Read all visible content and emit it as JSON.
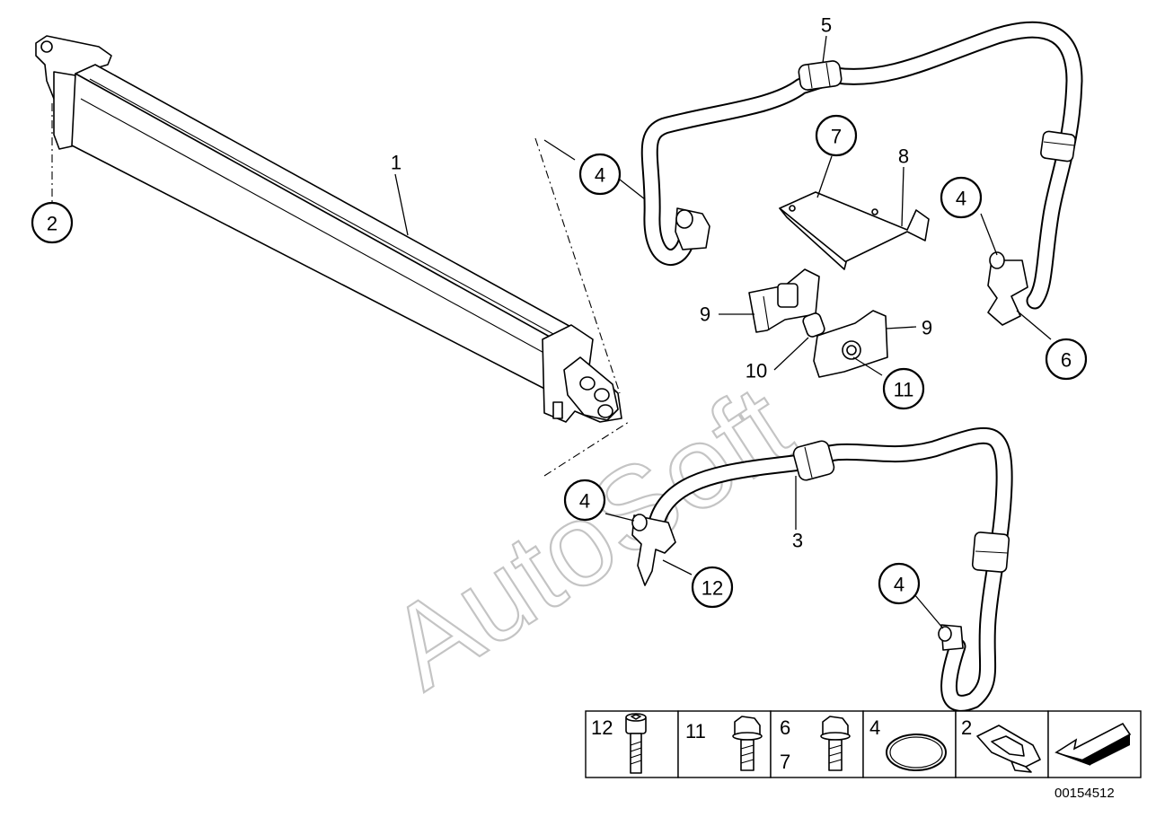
{
  "watermark": "AutoSoft",
  "callouts": {
    "c1": "1",
    "c2": "2",
    "c3": "3",
    "c4a": "4",
    "c4b": "4",
    "c4c": "4",
    "c4d": "4",
    "c5": "5",
    "c6": "6",
    "c7": "7",
    "c8": "8",
    "c9a": "9",
    "c9b": "9",
    "c10": "10",
    "c11": "11",
    "c12": "12"
  },
  "legend": {
    "cells": [
      {
        "labels": [
          "12"
        ],
        "icon": "socket-head-bolt-icon"
      },
      {
        "labels": [
          "11"
        ],
        "icon": "hex-flange-bolt-icon"
      },
      {
        "labels": [
          "6",
          "7"
        ],
        "icon": "hex-flange-bolt-icon"
      },
      {
        "labels": [
          "4"
        ],
        "icon": "o-ring-icon"
      },
      {
        "labels": [
          "2"
        ],
        "icon": "clip-icon"
      },
      {
        "labels": [],
        "icon": "direction-arrow-icon"
      }
    ]
  },
  "diagram_id": "00154512"
}
